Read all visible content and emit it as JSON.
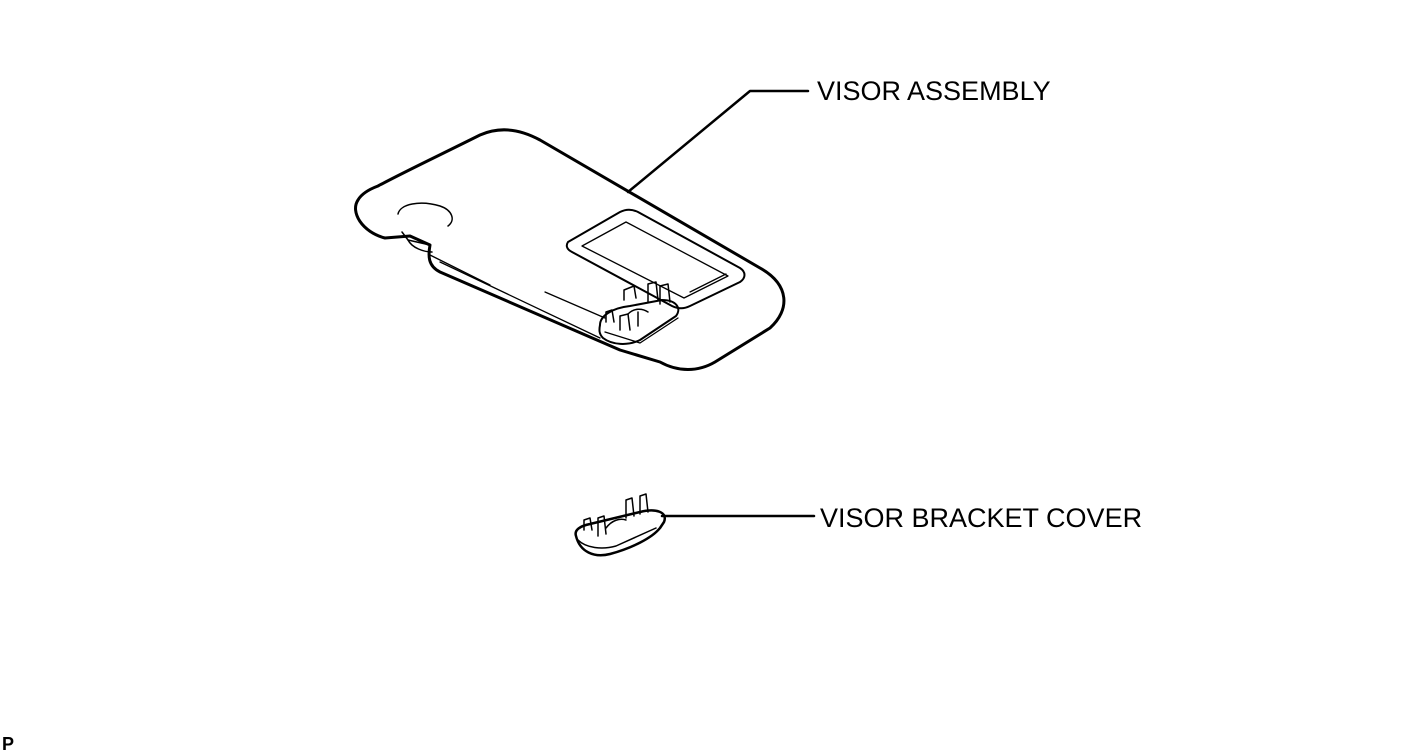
{
  "labels": {
    "visor_assembly": "VISOR ASSEMBLY",
    "visor_bracket_cover": "VISOR BRACKET COVER"
  },
  "corner_mark": "P",
  "colors": {
    "line": "#000000",
    "background": "#ffffff"
  }
}
